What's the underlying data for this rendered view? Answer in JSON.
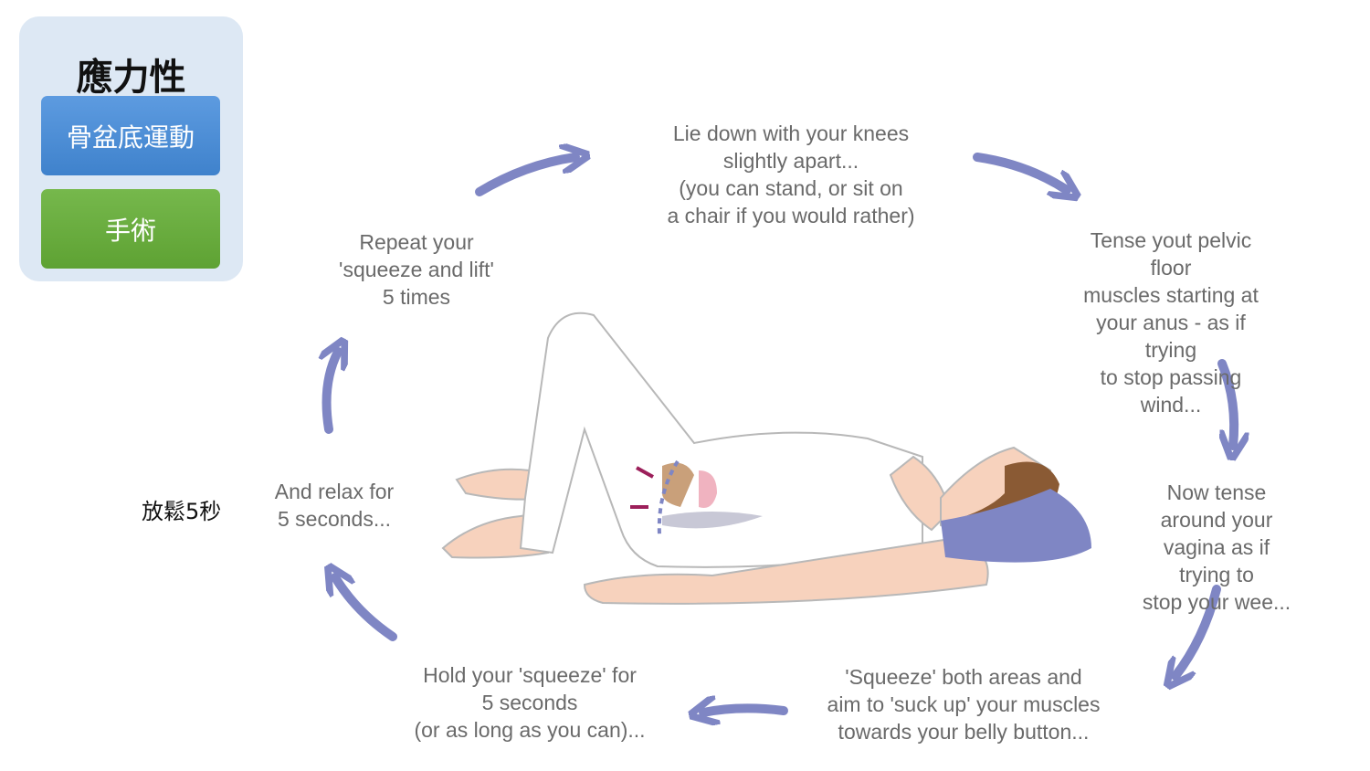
{
  "panel": {
    "title": "應力性",
    "buttons": [
      {
        "label": "骨盆底運動",
        "color": "#4a8ed6"
      },
      {
        "label": "手術",
        "color": "#6aad3e"
      }
    ]
  },
  "side_note": "放鬆5秒",
  "cycle": {
    "arrow_color": "#7f86c4",
    "steps": [
      "Lie down with your knees\nslightly apart...\n(you can stand, or sit on\na chair if you would rather)",
      "Tense yout pelvic floor\nmuscles starting at\nyour anus - as if trying\nto stop passing wind...",
      "Now tense around your\nvagina as if trying to\nstop your wee...",
      "'Squeeze' both areas and\naim to 'suck up' your muscles\ntowards your belly button...",
      "Hold your 'squeeze' for\n5 seconds\n(or as long as you can)...",
      "And relax for\n5 seconds...",
      "Repeat your\n'squeeze and lift'\n5 times"
    ]
  }
}
